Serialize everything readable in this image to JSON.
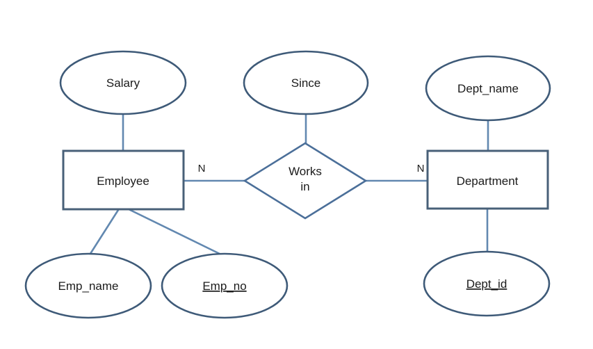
{
  "diagram": {
    "type": "er-diagram",
    "background": "#ffffff",
    "colors": {
      "ellipse_stroke": "#3e5a78",
      "rect_stroke": "#486078",
      "diamond_stroke": "#4b6f99",
      "connector": "#6288b0",
      "text": "#1b1b1b"
    },
    "entities": {
      "employee": {
        "label": "Employee"
      },
      "department": {
        "label": "Department"
      }
    },
    "relationship": {
      "label": "Works in",
      "line1": "Works",
      "line2": "in"
    },
    "cardinality": {
      "employee_side": "N",
      "department_side": "N"
    },
    "attributes": {
      "salary": {
        "label": "Salary",
        "underlined": false,
        "attached_to": "Employee"
      },
      "emp_name": {
        "label": "Emp_name",
        "underlined": false,
        "attached_to": "Employee"
      },
      "emp_no": {
        "label": "Emp_no",
        "underlined": true,
        "attached_to": "Employee"
      },
      "since": {
        "label": "Since",
        "underlined": false,
        "attached_to": "Works in"
      },
      "dept_name": {
        "label": "Dept_name",
        "underlined": false,
        "attached_to": "Department"
      },
      "dept_id": {
        "label": "Dept_id",
        "underlined": true,
        "attached_to": "Department"
      }
    }
  }
}
